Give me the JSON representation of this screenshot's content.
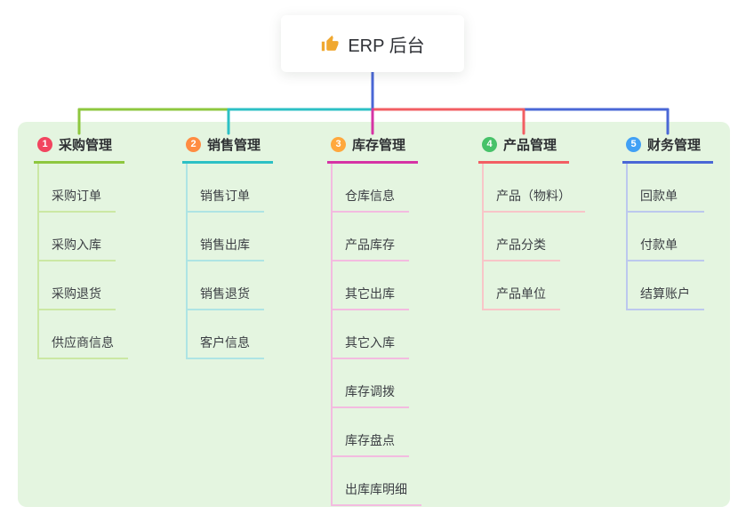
{
  "root": {
    "label": "ERP 后台",
    "icon": "thumbs-up"
  },
  "colors": {
    "panel_background": "#e4f5e0",
    "root_link": "#4a67d6"
  },
  "branches": [
    {
      "badge": "1",
      "title": "采购管理",
      "color": "#8ec73f",
      "light_color": "#cbe8a4",
      "badge_color": "#f2455f",
      "children": [
        "采购订单",
        "采购入库",
        "采购退货",
        "供应商信息"
      ]
    },
    {
      "badge": "2",
      "title": "销售管理",
      "color": "#2cc0c5",
      "light_color": "#aee4e4",
      "badge_color": "#ff8c42",
      "children": [
        "销售订单",
        "销售出库",
        "销售退货",
        "客户信息"
      ]
    },
    {
      "badge": "3",
      "title": "库存管理",
      "color": "#d633a5",
      "light_color": "#f3bbe0",
      "badge_color": "#ffa83d",
      "children": [
        "仓库信息",
        "产品库存",
        "其它出库",
        "其它入库",
        "库存调拨",
        "库存盘点",
        "出库库明细"
      ]
    },
    {
      "badge": "4",
      "title": "产品管理",
      "color": "#f25e63",
      "light_color": "#f8c5c8",
      "badge_color": "#47c269",
      "children": [
        "产品（物料）",
        "产品分类",
        "产品单位"
      ]
    },
    {
      "badge": "5",
      "title": "财务管理",
      "color": "#4a67d6",
      "light_color": "#bcc8ee",
      "badge_color": "#41a0f5",
      "children": [
        "回款单",
        "付款单",
        "结算账户"
      ]
    }
  ]
}
